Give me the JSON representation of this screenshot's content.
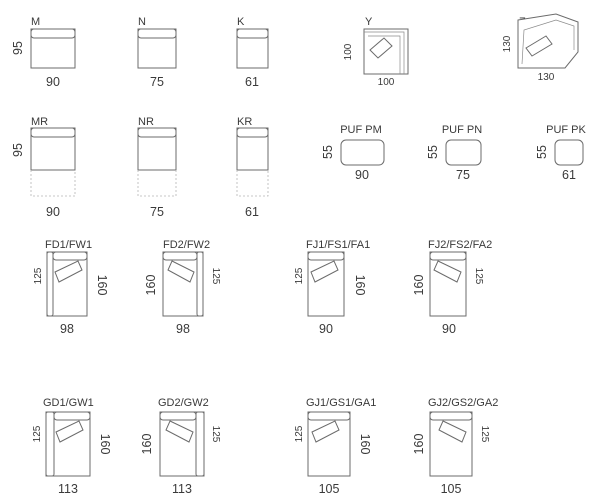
{
  "modules": [
    {
      "code": "M",
      "width": "90",
      "depth": "95"
    },
    {
      "code": "N",
      "width": "75"
    },
    {
      "code": "K",
      "width": "61"
    },
    {
      "code": "Y",
      "width": "100",
      "depth": "100"
    },
    {
      "code": "Z",
      "width": "130",
      "depth": "130"
    },
    {
      "code": "MR",
      "width": "90",
      "depth": "95"
    },
    {
      "code": "NR",
      "width": "75"
    },
    {
      "code": "KR",
      "width": "61"
    },
    {
      "code": "PUF PM",
      "width": "90",
      "depth": "55"
    },
    {
      "code": "PUF PN",
      "width": "75",
      "depth": "55"
    },
    {
      "code": "PUF PK",
      "width": "61",
      "depth": "55"
    },
    {
      "code": "FD1/FW1",
      "width": "98",
      "depth": "160",
      "back": "125"
    },
    {
      "code": "FD2/FW2",
      "width": "98",
      "depth": "160",
      "back": "125"
    },
    {
      "code": "FJ1/FS1/FA1",
      "width": "90",
      "depth": "160",
      "back": "125"
    },
    {
      "code": "FJ2/FS2/FA2",
      "width": "90",
      "depth": "160",
      "back": "125"
    },
    {
      "code": "GD1/GW1",
      "width": "113",
      "depth": "160",
      "back": "125"
    },
    {
      "code": "GD2/GW2",
      "width": "113",
      "depth": "160",
      "back": "125"
    },
    {
      "code": "GJ1/GS1/GA1",
      "width": "105",
      "depth": "160",
      "back": "125"
    },
    {
      "code": "GJ2/GS2/GA2",
      "width": "105",
      "depth": "160",
      "back": "125"
    }
  ]
}
